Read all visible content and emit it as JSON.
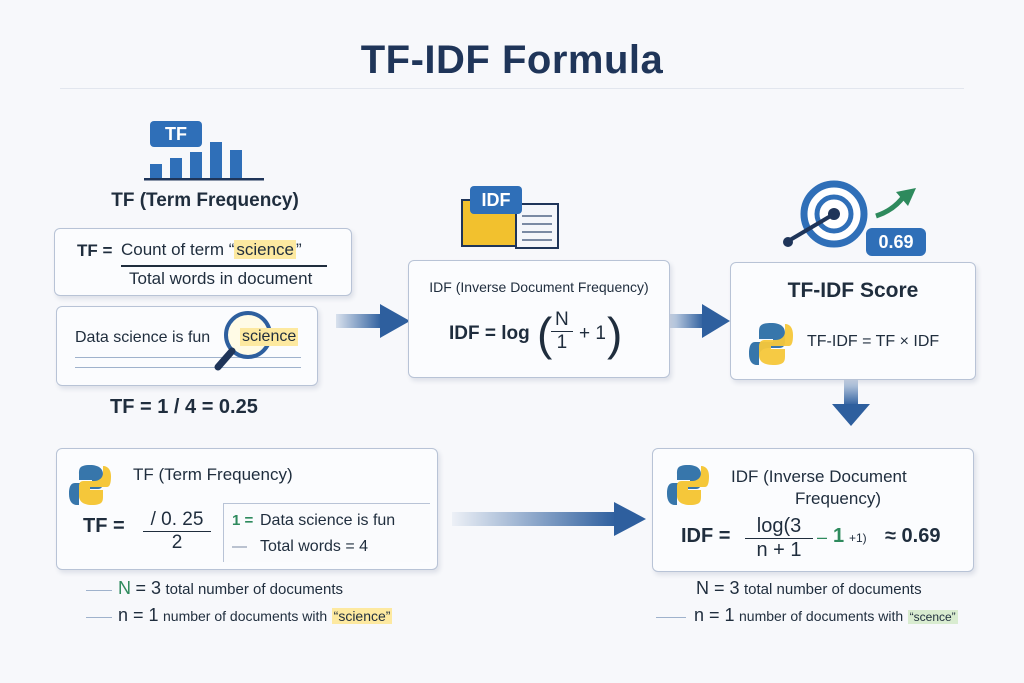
{
  "title": "TF-IDF Formula",
  "tf_panel": {
    "badge": "TF",
    "heading": "TF (Term Frequency)",
    "formula_lhs": "TF =",
    "formula_num_prefix": "Count of term “",
    "term": "science",
    "formula_num_suffix": "”",
    "formula_den": "Total words in document",
    "doc_text_prefix": "Data science is fun",
    "doc_term": "science",
    "result": "TF = 1 / 4 = 0.25"
  },
  "idf_panel": {
    "badge": "IDF",
    "heading": "IDF (Inverse Document Frequency)",
    "formula_lhs": "IDF = log",
    "frac_num": "N",
    "frac_den": "1",
    "formula_tail": "+ 1"
  },
  "score_panel": {
    "badge": "0.69",
    "heading": "TF-IDF Score",
    "formula": "TF-IDF = TF × IDF"
  },
  "bottom_tf": {
    "heading": "TF (Term Frequency)",
    "lhs": "TF =",
    "num": "/ 0. 25",
    "den": "2",
    "line1_prefix": "1 =",
    "line1_text": "Data science is fun",
    "line2_prefix": "—",
    "line2_text": "Total words = 4"
  },
  "bottom_idf": {
    "heading_line1": "IDF (Inverse Document",
    "heading_line2": "Frequency)",
    "lhs": "IDF =",
    "num": "log(3",
    "den": "n + 1",
    "mid_dash": "–",
    "mid_one": "1",
    "mid_small": "+1)",
    "result": "≈ 0.69"
  },
  "notes_left": {
    "n_big_label": "N",
    "n_big_eq": "= 3",
    "n_big_text": "total number of documents",
    "n_small_label": "n = 1",
    "n_small_text": "number of documents with",
    "n_small_term": "“science”"
  },
  "notes_right": {
    "n_big_label": "N = 3",
    "n_big_text": "total number of documents",
    "n_small_label": "n = 1",
    "n_small_text": "number of documents with",
    "n_small_term": "“scence”"
  },
  "colors": {
    "accent": "#2f6fb8",
    "arrow": "#2e5f9e",
    "highlight": "#fde9a0",
    "green": "#2e8a5d"
  }
}
